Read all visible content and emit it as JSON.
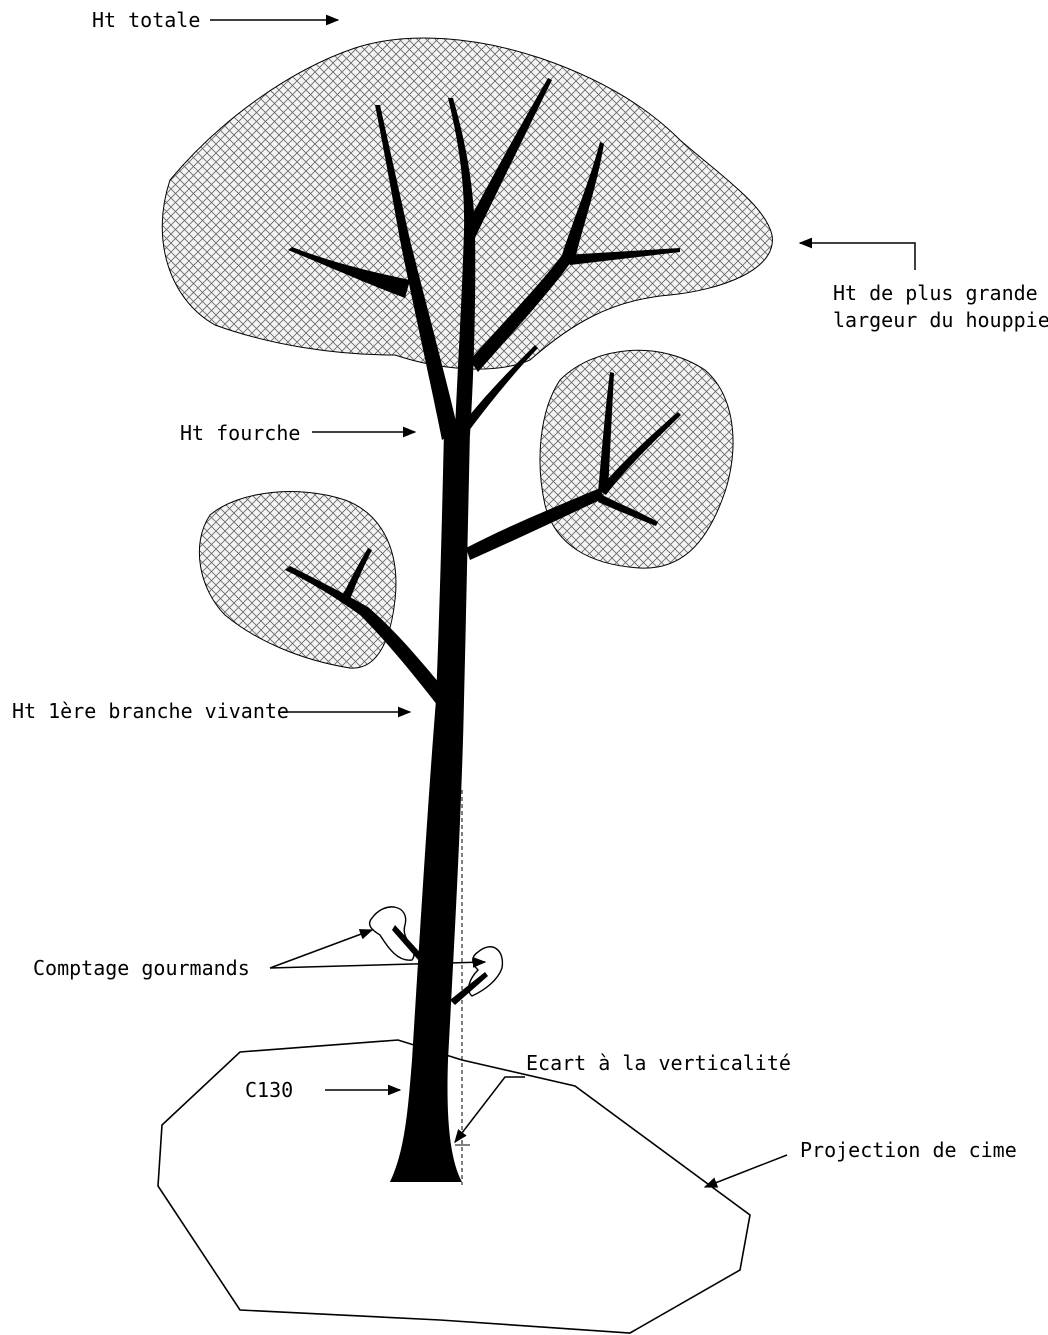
{
  "labels": {
    "ht_totale": "Ht totale",
    "ht_plus_grande_line1": "Ht de plus grande",
    "ht_plus_grande_line2": "largeur du houppier",
    "ht_fourche": "Ht fourche",
    "ht_premiere_branche": "Ht 1ère branche vivante",
    "comptage_gourmands": "Comptage gourmands",
    "ecart_verticalite": "Ecart à la verticalité",
    "c130": "C130",
    "projection_cime": "Projection de cime"
  }
}
